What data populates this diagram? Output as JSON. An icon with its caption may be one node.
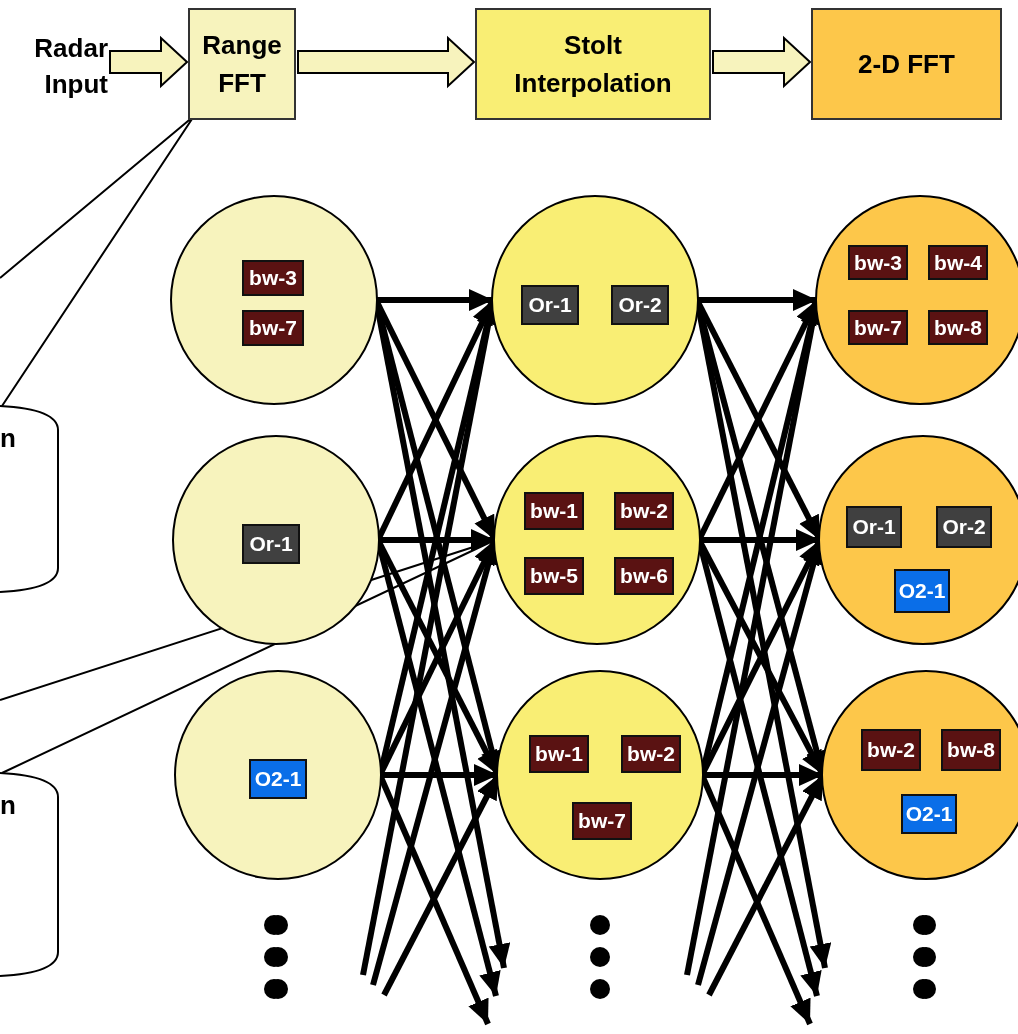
{
  "diagram": {
    "nodes": [
      {
        "text": [
          "Radar Input"
        ]
      },
      {
        "text": [
          "Range FFT"
        ]
      },
      {
        "text": [
          "Stolt Interpolation"
        ]
      },
      {
        "text": [
          "2-D FFT"
        ]
      },
      {
        "text": [
          "n"
        ]
      },
      {
        "text": [
          "n"
        ]
      },
      {
        "text": [],
        "shape": "circle"
      },
      {
        "text": [
          "bw-3"
        ],
        "in": 6
      },
      {
        "text": [
          "bw-7"
        ],
        "in": 6
      },
      {
        "text": [],
        "shape": "circle"
      },
      {
        "text": [
          "Or-1"
        ],
        "in": 9
      },
      {
        "text": [],
        "shape": "circle"
      },
      {
        "text": [
          "O2-1"
        ],
        "in": 11
      },
      {
        "text": [],
        "shape": "circle"
      },
      {
        "text": [
          "Or-1"
        ],
        "in": 13
      },
      {
        "text": [
          "Or-2"
        ],
        "in": 13
      },
      {
        "text": [],
        "shape": "circle"
      },
      {
        "text": [
          "bw-1"
        ],
        "in": 16
      },
      {
        "text": [
          "bw-2"
        ],
        "in": 16
      },
      {
        "text": [
          "bw-5"
        ],
        "in": 16
      },
      {
        "text": [
          "bw-6"
        ],
        "in": 16
      },
      {
        "text": [],
        "shape": "circle"
      },
      {
        "text": [
          "bw-1"
        ],
        "in": 21
      },
      {
        "text": [
          "bw-2"
        ],
        "in": 21
      },
      {
        "text": [
          "bw-7"
        ],
        "in": 21
      },
      {
        "text": [],
        "shape": "circle"
      },
      {
        "text": [
          "bw-3"
        ],
        "in": 25
      },
      {
        "text": [
          "bw-4"
        ],
        "in": 25
      },
      {
        "text": [
          "bw-7"
        ],
        "in": 25
      },
      {
        "text": [
          "bw-8"
        ],
        "in": 25
      },
      {
        "text": [],
        "shape": "circle"
      },
      {
        "text": [
          "Or-1"
        ],
        "in": 30
      },
      {
        "text": [
          "Or-2"
        ],
        "in": 30
      },
      {
        "text": [
          "O2-1"
        ],
        "in": 30
      },
      {
        "text": [],
        "shape": "circle"
      },
      {
        "text": [
          "bw-2"
        ],
        "in": 34
      },
      {
        "text": [
          "bw-8"
        ],
        "in": 34
      },
      {
        "text": [
          "O2-1"
        ],
        "in": 34
      }
    ],
    "edges": [
      {
        "from": 0,
        "to": 1,
        "arrow": "to"
      },
      {
        "from": 1,
        "to": 2,
        "arrow": "to"
      },
      {
        "from": 2,
        "to": 3,
        "arrow": "to"
      },
      {
        "from": 1,
        "to": 4,
        "arrow": "none"
      },
      {
        "from": 16,
        "to": 5,
        "arrow": "none"
      },
      {
        "from": 6,
        "to": 13,
        "arrow": "to"
      },
      {
        "from": 6,
        "to": 16,
        "arrow": "to"
      },
      {
        "from": 6,
        "to": 21,
        "arrow": "to"
      },
      {
        "from": 6,
        "to": null,
        "arrow": "to"
      },
      {
        "from": 9,
        "to": 13,
        "arrow": "to"
      },
      {
        "from": 9,
        "to": 16,
        "arrow": "to"
      },
      {
        "from": 9,
        "to": 21,
        "arrow": "to"
      },
      {
        "from": 9,
        "to": null,
        "arrow": "to"
      },
      {
        "from": 11,
        "to": 13,
        "arrow": "to"
      },
      {
        "from": 11,
        "to": 16,
        "arrow": "to"
      },
      {
        "from": 11,
        "to": 21,
        "arrow": "to"
      },
      {
        "from": 11,
        "to": null,
        "arrow": "to"
      },
      {
        "from": null,
        "to": 13,
        "arrow": "to"
      },
      {
        "from": null,
        "to": 16,
        "arrow": "to"
      },
      {
        "from": null,
        "to": 21,
        "arrow": "to"
      },
      {
        "from": 13,
        "to": 25,
        "arrow": "to"
      },
      {
        "from": 13,
        "to": 30,
        "arrow": "to"
      },
      {
        "from": 13,
        "to": 34,
        "arrow": "to"
      },
      {
        "from": 13,
        "to": null,
        "arrow": "to"
      },
      {
        "from": 16,
        "to": 25,
        "arrow": "to"
      },
      {
        "from": 16,
        "to": 30,
        "arrow": "to"
      },
      {
        "from": 16,
        "to": 34,
        "arrow": "to"
      },
      {
        "from": 16,
        "to": null,
        "arrow": "to"
      },
      {
        "from": 21,
        "to": 25,
        "arrow": "to"
      },
      {
        "from": 21,
        "to": 30,
        "arrow": "to"
      },
      {
        "from": 21,
        "to": 34,
        "arrow": "to"
      },
      {
        "from": 21,
        "to": null,
        "arrow": "to"
      },
      {
        "from": null,
        "to": 25,
        "arrow": "to"
      },
      {
        "from": null,
        "to": 30,
        "arrow": "to"
      },
      {
        "from": null,
        "to": 34,
        "arrow": "to"
      }
    ]
  }
}
